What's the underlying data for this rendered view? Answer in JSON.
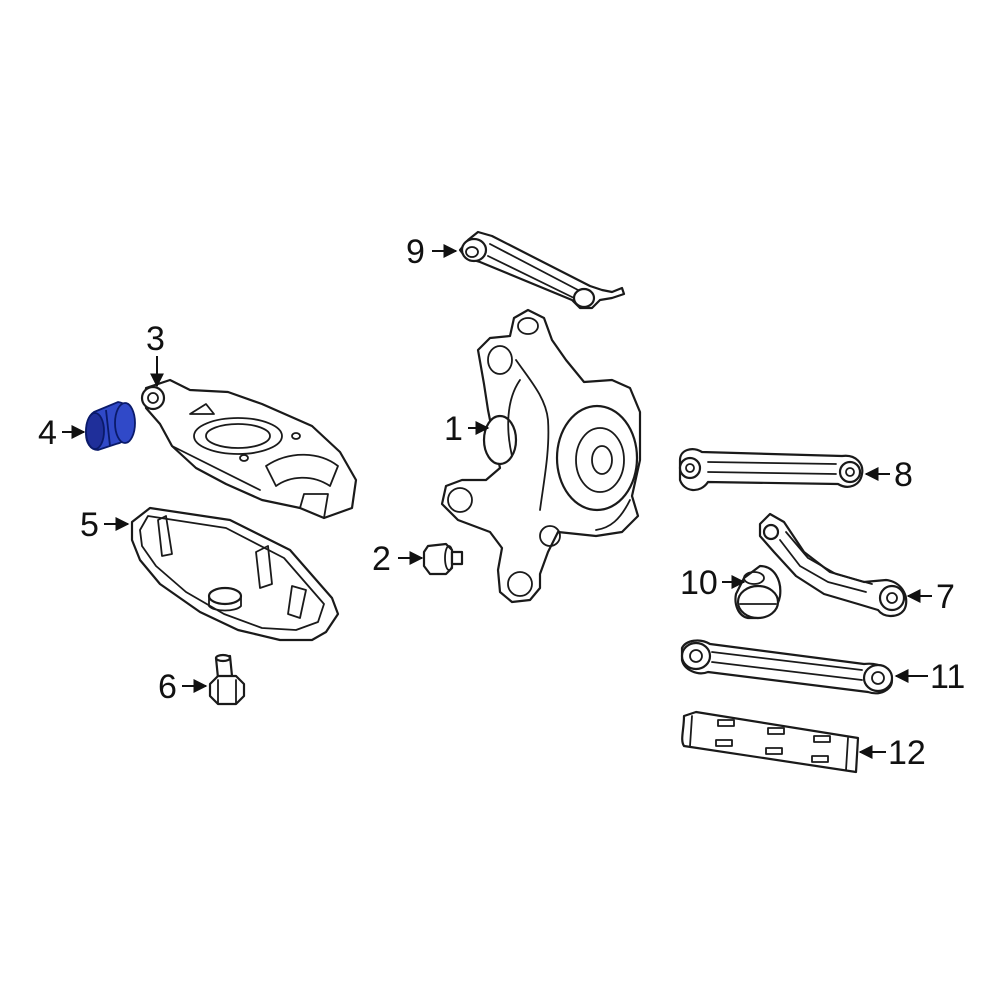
{
  "colors": {
    "line": "#1a1a1a",
    "background": "#ffffff",
    "highlight_fill": "#3049c8",
    "highlight_shade": "#1f2f9a"
  },
  "highlighted_part": "4",
  "callouts": {
    "c1": "1",
    "c2": "2",
    "c3": "3",
    "c4": "4",
    "c5": "5",
    "c6": "6",
    "c7": "7",
    "c8": "8",
    "c9": "9",
    "c10": "10",
    "c11": "11",
    "c12": "12"
  }
}
